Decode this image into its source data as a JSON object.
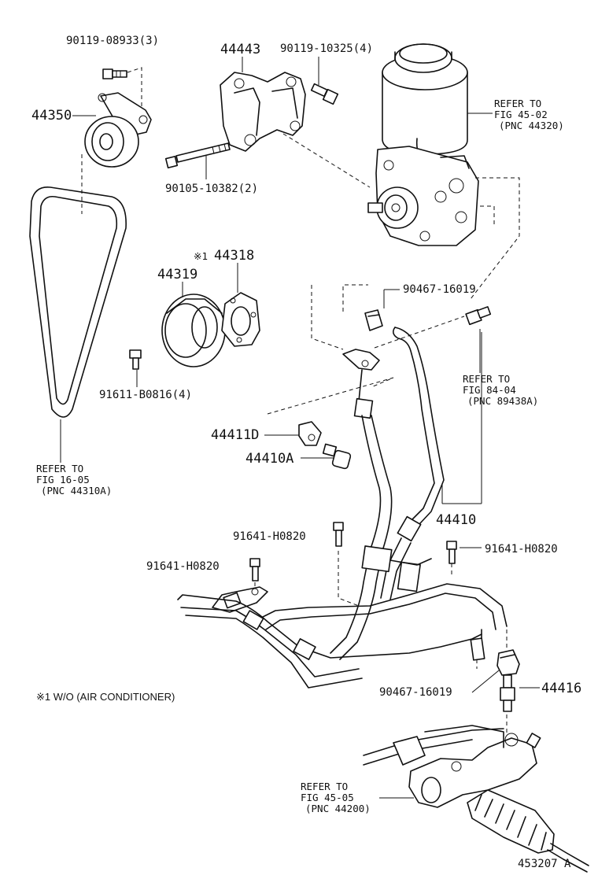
{
  "diagram_id": "453207 A",
  "note": "※1  W/O (AIR CONDITIONER)",
  "parts": {
    "p_90119_08933": "90119-08933(3)",
    "p_44443": "44443",
    "p_90119_10325": "90119-10325(4)",
    "p_44350": "44350",
    "p_90105_10382": "90105-10382(2)",
    "p_44318_mark": "※1",
    "p_44318": "44318",
    "p_44319": "44319",
    "p_91611": "91611-B0816(4)",
    "p_90467_16019_a": "90467-16019",
    "p_44411d": "44411D",
    "p_44410a": "44410A",
    "p_44410": "44410",
    "p_91641_a": "91641-H0820",
    "p_91641_b": "91641-H0820",
    "p_91641_c": "91641-H0820",
    "p_90467_16019_b": "90467-16019",
    "p_44416": "44416"
  },
  "refs": {
    "reservoir": {
      "line1": "REFER TO",
      "line2": "FIG 45-02",
      "line3": "(PNC 44320)"
    },
    "sensor": {
      "line1": "REFER TO",
      "line2": "FIG 84-04",
      "line3": "(PNC 89438A)"
    },
    "belt": {
      "line1": "REFER TO",
      "line2": "FIG 16-05",
      "line3": "(PNC 44310A)"
    },
    "gear": {
      "line1": "REFER TO",
      "line2": "FIG 45-05",
      "line3": "(PNC 44200)"
    }
  }
}
